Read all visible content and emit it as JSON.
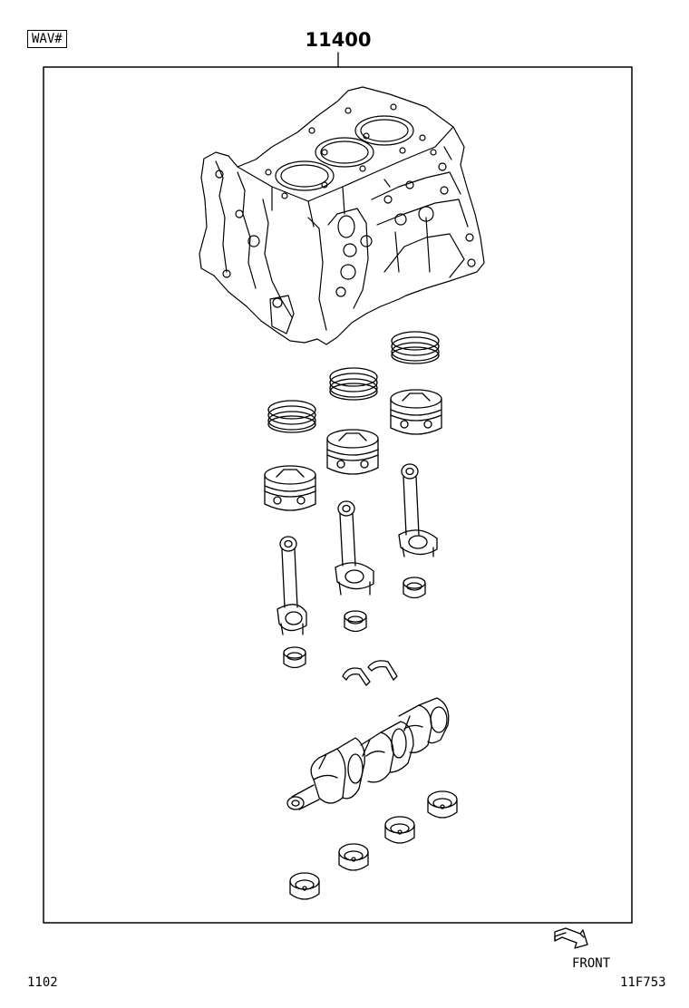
{
  "header": {
    "tag_label": "WAV#",
    "part_number": "11400"
  },
  "footer": {
    "front_label": "FRONT",
    "left_code": "1102",
    "right_code": "11F753"
  },
  "icons": {
    "front_arrow": "front-direction-arrow-icon"
  }
}
